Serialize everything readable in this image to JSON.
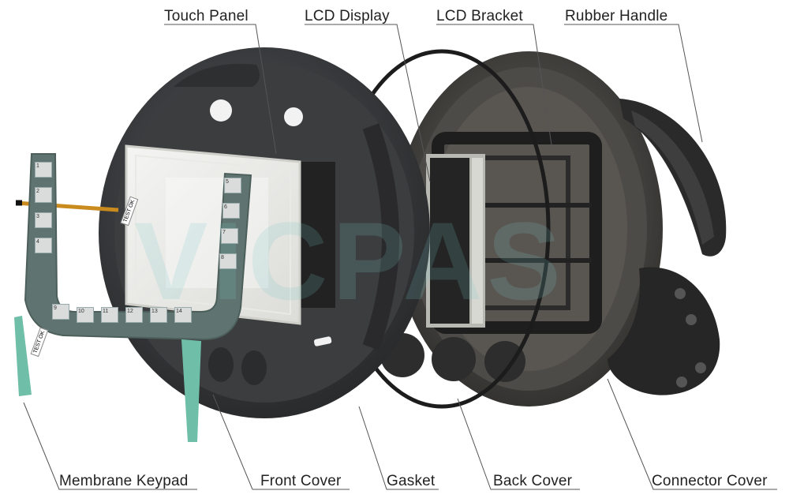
{
  "labels": {
    "touch_panel": "Touch Panel",
    "lcd_display": "LCD Display",
    "lcd_bracket": "LCD Bracket",
    "rubber_handle": "Rubber Handle",
    "membrane_keypad": "Membrane Keypad",
    "front_cover": "Front Cover",
    "gasket": "Gasket",
    "back_cover": "Back Cover",
    "connector_cover": "Connector Cover"
  },
  "watermark": "VICPAS",
  "keypad": {
    "left_keys": [
      "1",
      "2",
      "3",
      "4"
    ],
    "right_keys": [
      "5",
      "6",
      "7",
      "8"
    ],
    "bottom_keys": [
      "9",
      "10",
      "11",
      "12",
      "13",
      "14"
    ],
    "test_tag": "TEST OK"
  },
  "colors": {
    "cover": "#3a3b3d",
    "keypad": "#5f7470",
    "ribbon": "#6fbfa8",
    "gasket": "#1c1c1c",
    "leader": "#555555"
  }
}
